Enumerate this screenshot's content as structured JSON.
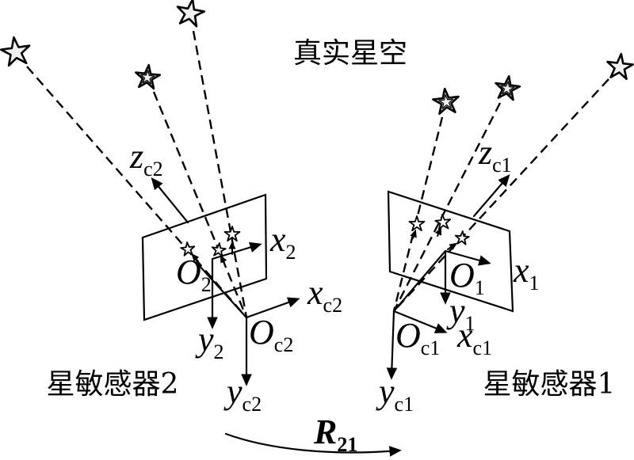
{
  "scene": {
    "title": "真实星空"
  },
  "colors": {
    "ink": "#000000",
    "background": "#ffffff",
    "star_fill": "#f0f0f0"
  },
  "sensor2": {
    "caption": "星敏感器2",
    "labels": {
      "z_cam": {
        "main": "z",
        "sub": "c2"
      },
      "x_img": {
        "main": "x",
        "sub": "2"
      },
      "y_img": {
        "main": "y",
        "sub": "2"
      },
      "o_img": {
        "main": "O",
        "sub": "2"
      },
      "x_cam": {
        "main": "x",
        "sub": "c2"
      },
      "y_cam": {
        "main": "y",
        "sub": "c2"
      },
      "o_cam": {
        "main": "O",
        "sub": "c2"
      }
    }
  },
  "sensor1": {
    "caption": "星敏感器1",
    "labels": {
      "z_cam": {
        "main": "z",
        "sub": "c1"
      },
      "x_img": {
        "main": "x",
        "sub": "1"
      },
      "y_img": {
        "main": "y",
        "sub": "1"
      },
      "o_img": {
        "main": "O",
        "sub": "1"
      },
      "x_cam": {
        "main": "x",
        "sub": "c1"
      },
      "y_cam": {
        "main": "y",
        "sub": "c1"
      },
      "o_cam": {
        "main": "O",
        "sub": "c1"
      }
    }
  },
  "rotation": {
    "main": "R",
    "sub": "21"
  }
}
